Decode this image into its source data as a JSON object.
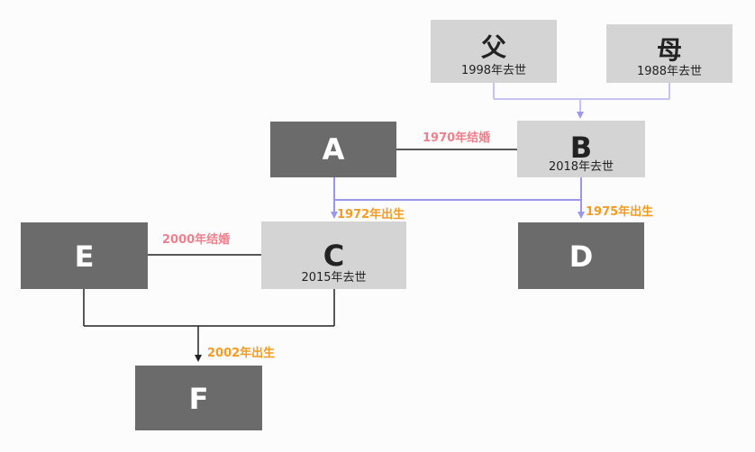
{
  "nodes": {
    "father": {
      "name": "父",
      "note": "1998年去世"
    },
    "mother": {
      "name": "母",
      "note": "1988年去世"
    },
    "a": {
      "name": "A"
    },
    "b": {
      "name": "B",
      "note": "2018年去世"
    },
    "c": {
      "name": "C",
      "note": "2015年去世"
    },
    "d": {
      "name": "D"
    },
    "e": {
      "name": "E"
    },
    "f": {
      "name": "F"
    }
  },
  "labels": {
    "ab_marriage": "1970年结婚",
    "c_birth": "1972年出生",
    "d_birth": "1975年出生",
    "ec_marriage": "2000年结婚",
    "f_birth": "2002年出生"
  },
  "colors": {
    "dark_box": "#6b6b6b",
    "light_box": "#d4d4d4",
    "marriage_label": "#f07f8c",
    "birth_label": "#f59b1f",
    "parent_line": "#9b97ee",
    "plain_line": "#222222"
  }
}
